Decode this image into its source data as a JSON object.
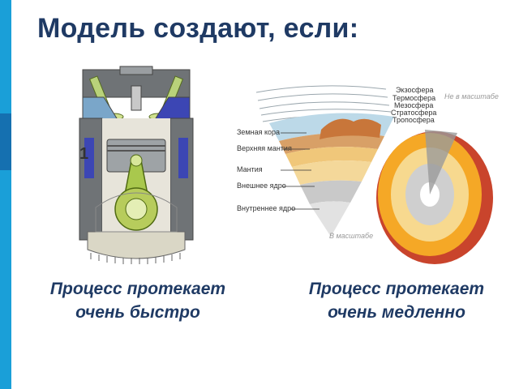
{
  "title": "Модель создают, если:",
  "engine": {
    "cylinder_number": "1",
    "caption_line1": "Процесс протекает",
    "caption_line2": "очень быстро"
  },
  "earth": {
    "atmosphere_labels": [
      "Экзосфера",
      "Термосфера",
      "Мезосфера",
      "Стратосфера",
      "Тропосфера"
    ],
    "not_to_scale": "Не в масштабе",
    "layer_labels": [
      "Земная кора",
      "Верхняя мантия",
      "Мантия",
      "Внешнее ядро",
      "Внутреннее ядро"
    ],
    "to_scale": "В масштабе",
    "caption_line1": "Процесс протекает",
    "caption_line2": "очень медленно"
  },
  "colors": {
    "title": "#1f3a64",
    "accent_bar": "#1a9fd8"
  }
}
